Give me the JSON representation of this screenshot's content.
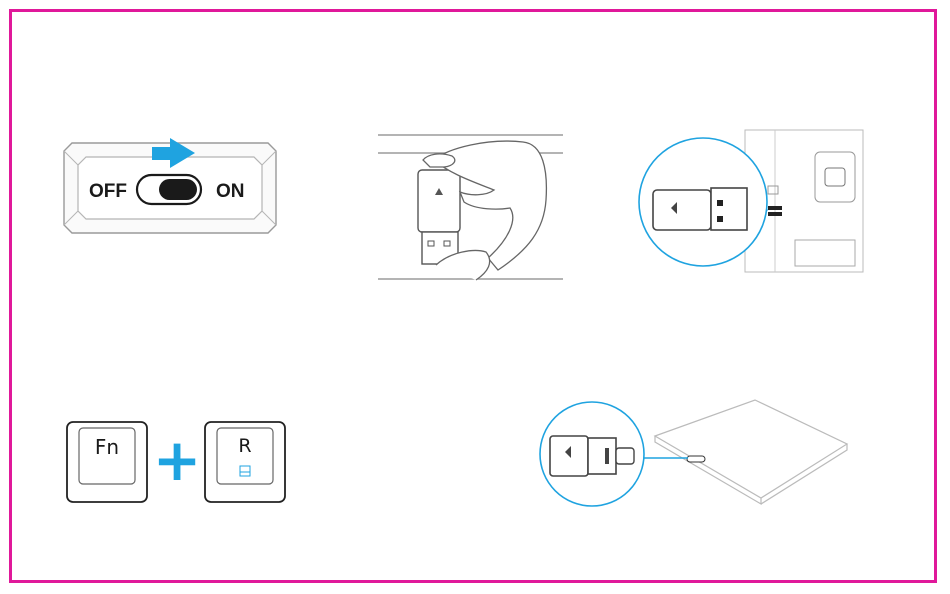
{
  "switch": {
    "off_label": "OFF",
    "on_label": "ON",
    "arrow_color": "#1fa3e0"
  },
  "keys": {
    "fn_label": "Fn",
    "plus_symbol": "+",
    "r_label": "R",
    "accent_color": "#1fa3e0"
  },
  "colors": {
    "frame": "#e0189a",
    "callout": "#1fa3e0",
    "line": "#555555"
  }
}
